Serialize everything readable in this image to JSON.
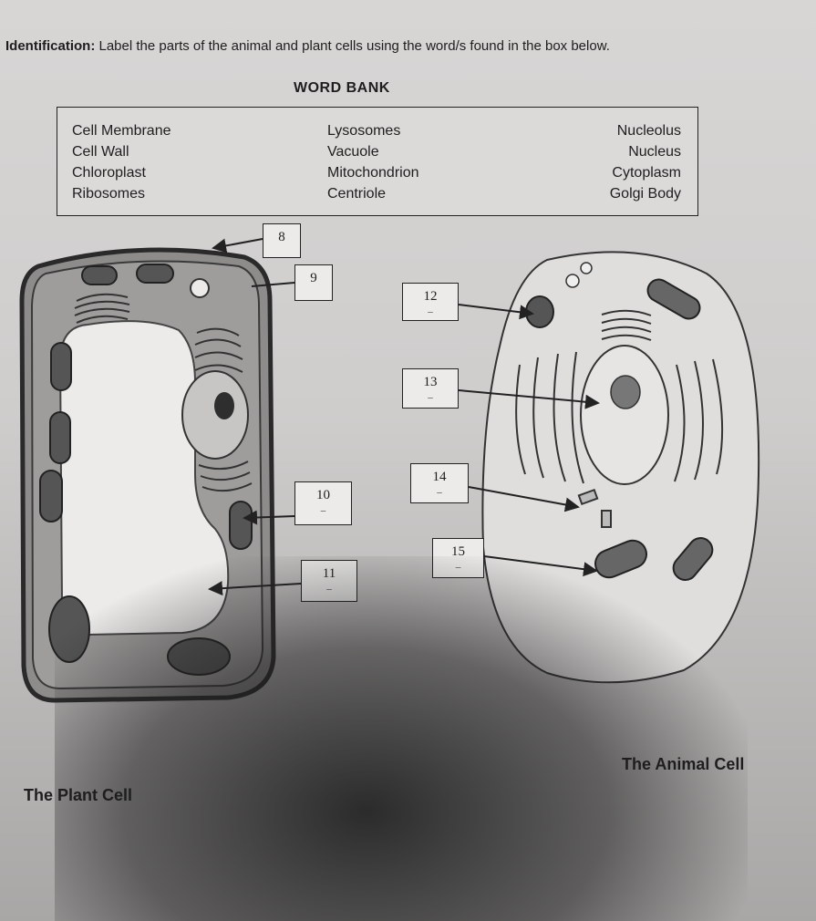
{
  "instructions": {
    "lead": "Identification:",
    "text": "Label the parts of the animal and plant cells using the word/s found in the box below."
  },
  "word_bank": {
    "title": "WORD BANK",
    "columns": [
      [
        "Cell Membrane",
        "Cell Wall",
        "Chloroplast",
        "Ribosomes"
      ],
      [
        "Lysosomes",
        "Vacuole",
        "Mitochondrion",
        "Centriole"
      ],
      [
        "Nucleolus",
        "Nucleus",
        "Cytoplasm",
        "Golgi Body"
      ]
    ]
  },
  "label_boxes": {
    "b8": "8",
    "b9": "9",
    "b10": "10",
    "b11": "11",
    "b12": "12",
    "b13": "13",
    "b14": "14",
    "b15": "15"
  },
  "captions": {
    "plant": "The Plant Cell",
    "animal": "The Animal Cell"
  }
}
